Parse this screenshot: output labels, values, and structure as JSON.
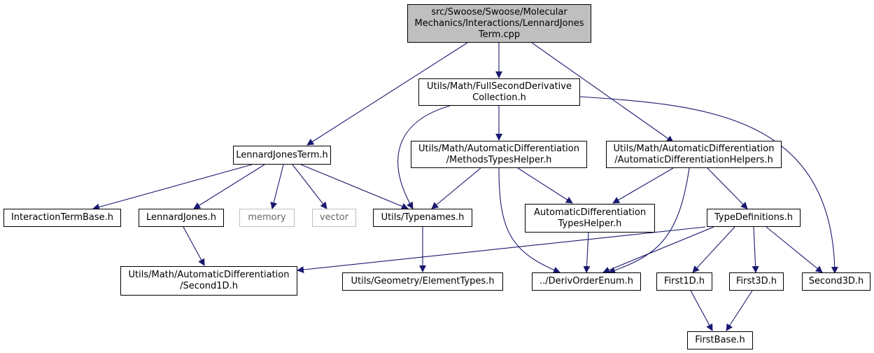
{
  "colors": {
    "edge": "#191970",
    "node_border": "#000000",
    "external_border": "#bfbfbf",
    "root_fill": "#bfbfbf"
  },
  "nodes": [
    {
      "id": "root",
      "lines": [
        "src/Swoose/Swoose/Molecular",
        "Mechanics/Interactions/LennardJones",
        "Term.cpp"
      ]
    },
    {
      "id": "fsdc",
      "lines": [
        "Utils/Math/FullSecondDerivative",
        "Collection.h"
      ]
    },
    {
      "id": "ljterm",
      "lines": [
        "LennardJonesTerm.h"
      ]
    },
    {
      "id": "mth",
      "lines": [
        "Utils/Math/AutomaticDifferentiation",
        "/MethodsTypesHelper.h"
      ]
    },
    {
      "id": "adh",
      "lines": [
        "Utils/Math/AutomaticDifferentiation",
        "/AutomaticDifferentiationHelpers.h"
      ]
    },
    {
      "id": "itb",
      "lines": [
        "InteractionTermBase.h"
      ]
    },
    {
      "id": "lj",
      "lines": [
        "LennardJones.h"
      ]
    },
    {
      "id": "memory",
      "lines": [
        "memory"
      ]
    },
    {
      "id": "vector",
      "lines": [
        "vector"
      ]
    },
    {
      "id": "typenames",
      "lines": [
        "Utils/Typenames.h"
      ]
    },
    {
      "id": "adth",
      "lines": [
        "AutomaticDifferentiation",
        "TypesHelper.h"
      ]
    },
    {
      "id": "typedefs",
      "lines": [
        "TypeDefinitions.h"
      ]
    },
    {
      "id": "second1d",
      "lines": [
        "Utils/Math/AutomaticDifferentiation",
        "/Second1D.h"
      ]
    },
    {
      "id": "elemtypes",
      "lines": [
        "Utils/Geometry/ElementTypes.h"
      ]
    },
    {
      "id": "derivorder",
      "lines": [
        "../DerivOrderEnum.h"
      ]
    },
    {
      "id": "first1d",
      "lines": [
        "First1D.h"
      ]
    },
    {
      "id": "first3d",
      "lines": [
        "First3D.h"
      ]
    },
    {
      "id": "second3d",
      "lines": [
        "Second3D.h"
      ]
    },
    {
      "id": "firstbase",
      "lines": [
        "FirstBase.h"
      ]
    }
  ]
}
